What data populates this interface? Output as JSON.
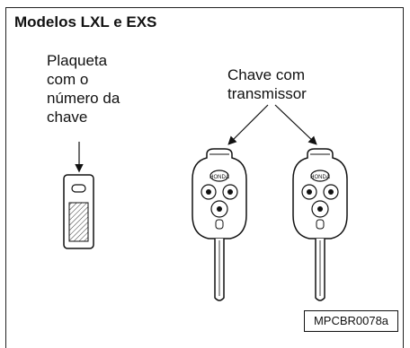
{
  "title": "Modelos LXL e EXS",
  "tag_label": [
    "Plaqueta",
    "com o",
    "número da",
    "chave"
  ],
  "transmitter_label": [
    "Chave com",
    "transmissor"
  ],
  "figure_code": "MPCBR0078a",
  "key_brand_text": "HONDA"
}
